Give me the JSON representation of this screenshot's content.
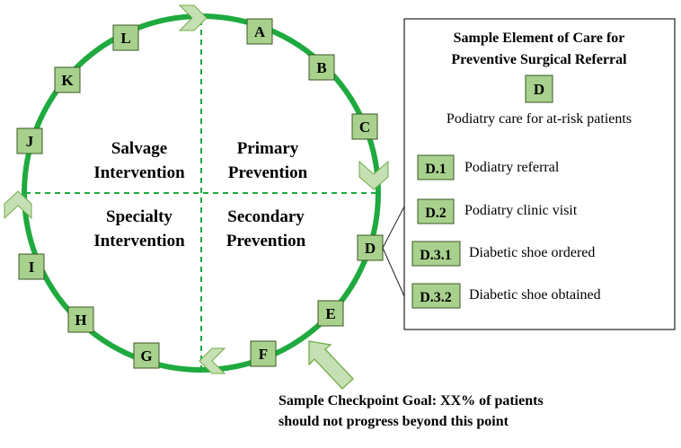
{
  "colors": {
    "ring": "#1faa3f",
    "node_fill": "#a9d18e",
    "node_stroke": "#385723",
    "arrow_fill": "#c5e0b4",
    "arrow_stroke": "#70ad47",
    "box_stroke": "#222222",
    "text": "#000000"
  },
  "ring_nodes": [
    "A",
    "B",
    "C",
    "D",
    "E",
    "F",
    "G",
    "H",
    "I",
    "J",
    "K",
    "L"
  ],
  "quadrants": {
    "top_left": [
      "Salvage",
      "Intervention"
    ],
    "top_right": [
      "Primary",
      "Prevention"
    ],
    "bottom_left": [
      "Specialty",
      "Intervention"
    ],
    "bottom_right": [
      "Secondary",
      "Prevention"
    ]
  },
  "panel": {
    "title_lines": [
      "Sample Element of Care for",
      "Preventive Surgical Referral"
    ],
    "element_code": "D",
    "element_desc": "Podiatry care for at-risk patients",
    "steps": [
      {
        "code": "D.1",
        "label": "Podiatry referral"
      },
      {
        "code": "D.2",
        "label": "Podiatry clinic visit"
      },
      {
        "code": "D.3.1",
        "label": "Diabetic shoe ordered"
      },
      {
        "code": "D.3.2",
        "label": "Diabetic shoe obtained"
      }
    ]
  },
  "checkpoint": {
    "lines": [
      "Sample Checkpoint Goal: XX% of patients",
      "should not progress beyond this point"
    ]
  }
}
